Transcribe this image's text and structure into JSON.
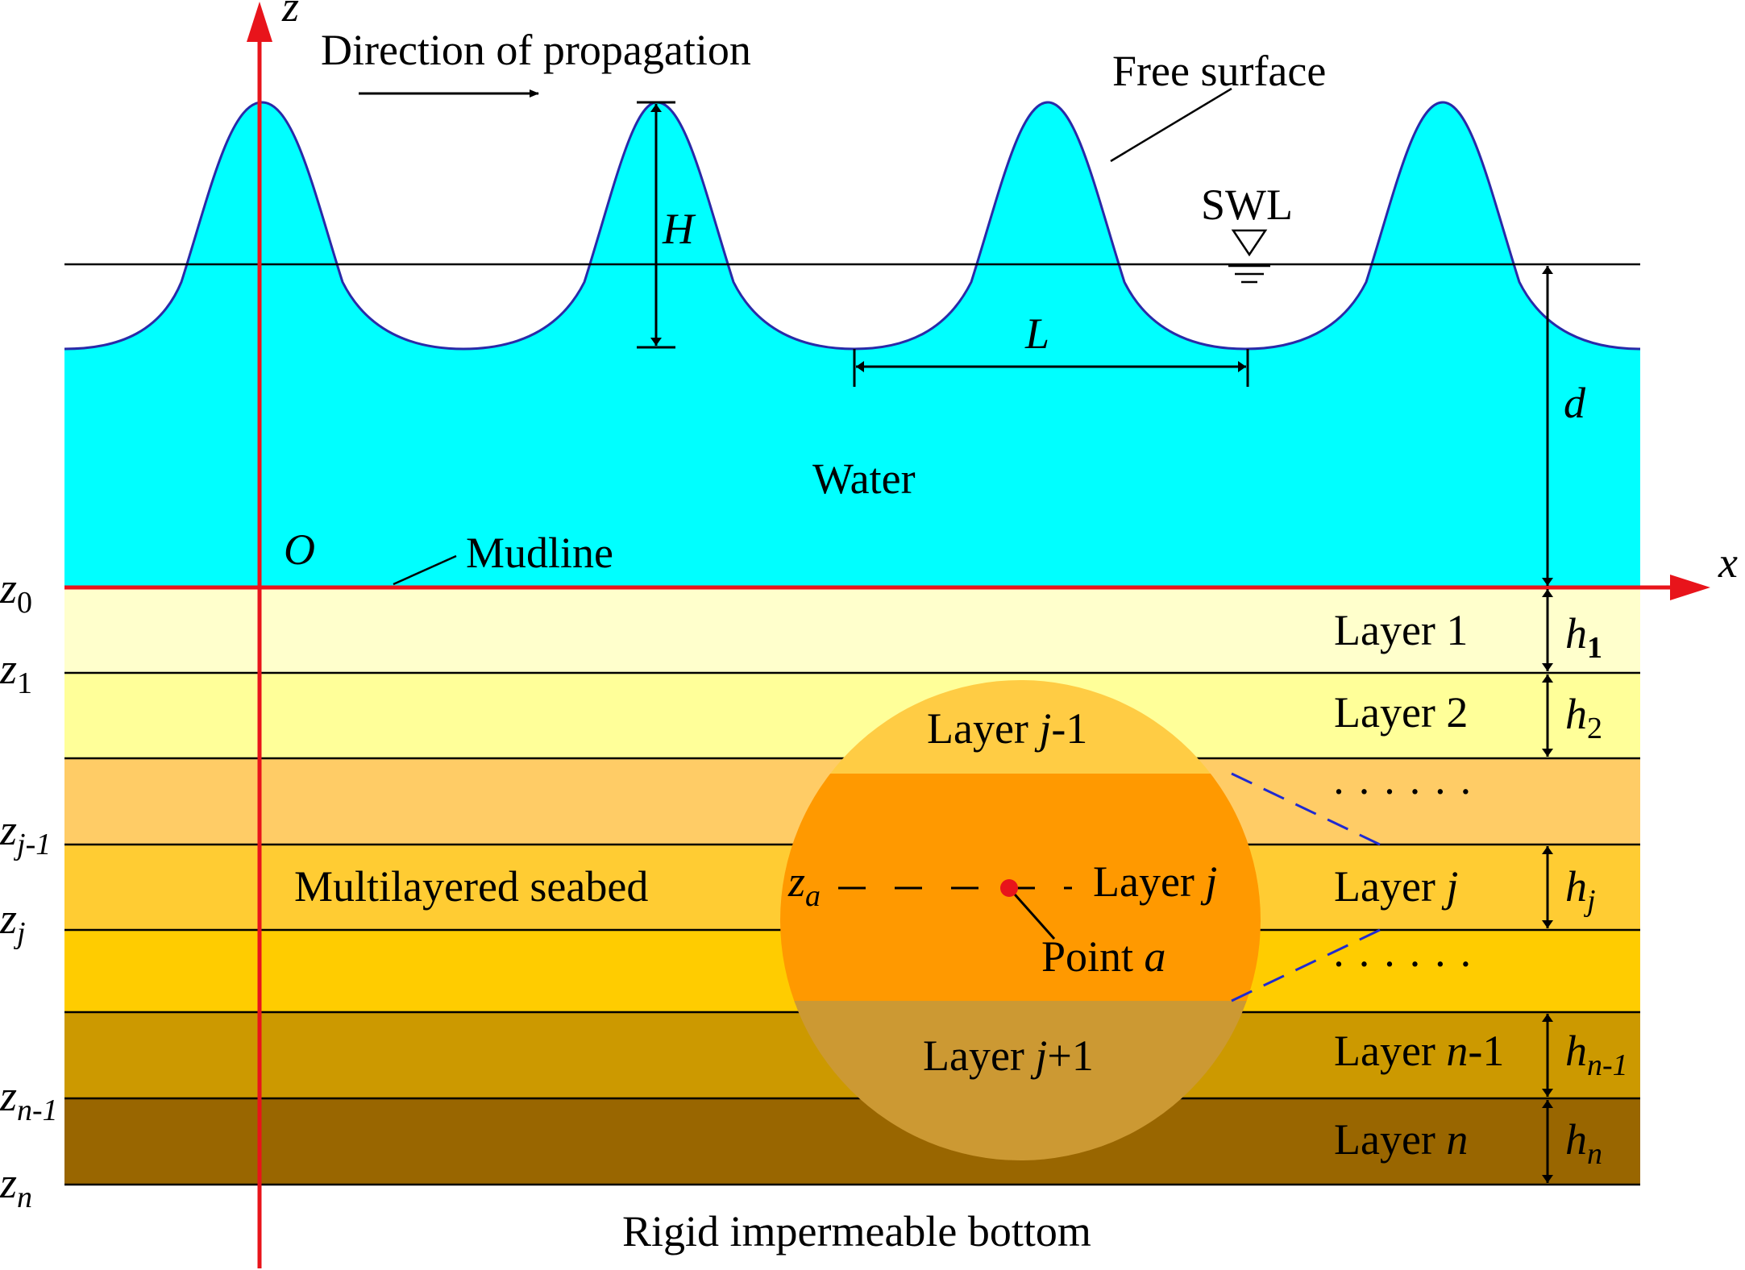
{
  "diagram": {
    "axes": {
      "z": "z",
      "x": "x",
      "origin": "O"
    },
    "labels": {
      "direction": "Direction of propagation",
      "free_surface": "Free surface",
      "swl": "SWL",
      "wave_height": "H",
      "wave_length": "L",
      "depth": "d",
      "water": "Water",
      "mudline": "Mudline",
      "seabed": "Multilayered seabed",
      "bottom": "Rigid impermeable bottom",
      "ellipsis": "· · · · · ·"
    },
    "boundaries": [
      {
        "main": "z",
        "sub": "0"
      },
      {
        "main": "z",
        "sub": "1"
      },
      {
        "main": "z",
        "sub": "j-1"
      },
      {
        "main": "z",
        "sub": "j"
      },
      {
        "main": "z",
        "sub": "n-1"
      },
      {
        "main": "z",
        "sub": "n"
      }
    ],
    "layers": [
      {
        "name": "Layer",
        "index": "1",
        "h": "h",
        "h_sub": "1"
      },
      {
        "name": "Layer",
        "index": "2",
        "h": "h",
        "h_sub": "2"
      },
      {
        "name": "Layer",
        "index": "j",
        "h": "h",
        "h_sub": "j"
      },
      {
        "name": "Layer",
        "index": "n",
        "index_suffix": "-1",
        "h": "h",
        "h_sub": "n-1"
      },
      {
        "name": "Layer",
        "index": "n",
        "h": "h",
        "h_sub": "n"
      }
    ],
    "detail": {
      "upper": {
        "name": "Layer",
        "index": "j",
        "suffix": "-1"
      },
      "middle": {
        "name": "Layer",
        "index": "j"
      },
      "lower": {
        "name": "Layer",
        "index": "j",
        "suffix": "+1"
      },
      "point": {
        "name": "Point",
        "var": "a"
      },
      "za": {
        "main": "z",
        "sub": "a"
      }
    },
    "colors": {
      "water": "#00ffff",
      "wave_line": "#2a2aa8",
      "axis": "#e8141b",
      "layer1": "#ffffcc",
      "layer2": "#ffff99",
      "layer3": "#ffcc66",
      "layer4": "#ffcc33",
      "layer5": "#ffcc00",
      "layer6": "#cc9900",
      "layer7": "#996600",
      "circle_top": "#ffcc44",
      "circle_mid": "#ff9900",
      "circle_bottom": "#cc9933",
      "point": "#e8141b",
      "dash": "#1f2ad1"
    }
  }
}
